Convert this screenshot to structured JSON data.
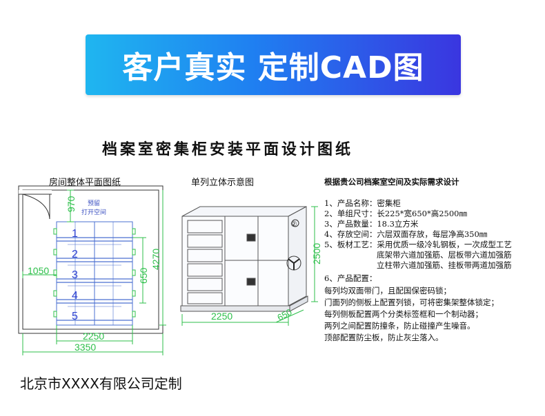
{
  "banner": {
    "title": "客户真实 定制CAD图"
  },
  "drawing": {
    "title": "档案室密集柜安装平面设计图纸",
    "plan": {
      "label": "房间整体平面图纸",
      "reserved": "预留",
      "open_space": "打开空间",
      "dim_top": "970",
      "dim_height": "4270",
      "dim_row": "650",
      "dim_left": "1050",
      "dim_inner_width": "2250",
      "dim_outer_width": "3350",
      "column_numbers": [
        "1",
        "2",
        "3",
        "4",
        "5"
      ]
    },
    "elevation": {
      "label": "单列立体示意图",
      "circle_number": "②",
      "dim_height": "2500",
      "dim_width": "2250",
      "dim_depth": "650"
    },
    "specs": {
      "heading": "根据贵公司档案室空间及实际需求设计",
      "lines": [
        "1、产品名称：密集柜",
        "2、单组尺寸：长225*宽650*高2500㎜",
        "3、产品数量：18.3立方米",
        "4、存放空间：六层双面存放，每层净高350㎜",
        "5、板材工艺：采用优质一级冷轧钢板，一次成型工艺",
        "底架带六道加强筋、层板带六道加强筋",
        "立柱带六道加强筋、挂板带两道加强筋",
        "6、产品配置：",
        "每列均双面带门，且配国保密码锁；",
        "门面列的侧板上配置列锁，可将密集架整体锁定；",
        "每列侧板配置两个分类标签框和一个制动器；",
        "两列之间配置防撞条，防止碰撞产生噪音。",
        "顶部配置防尘板，防止灰尘落入。"
      ]
    }
  },
  "footer": {
    "company": "北京市XXXX有限公司定制"
  },
  "colors": {
    "line_blue": "#4a6fd0",
    "dim_green": "#2dbf4a",
    "banner_start": "#1fb6f0",
    "banner_end": "#3a36e0"
  }
}
